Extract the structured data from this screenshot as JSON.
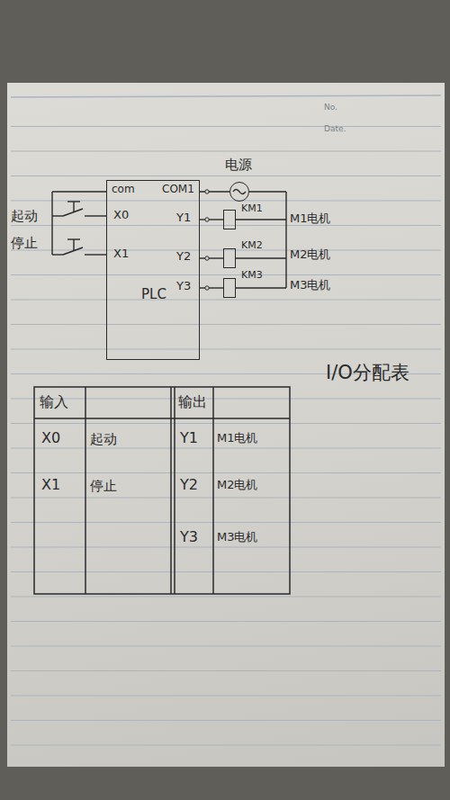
{
  "diagram": {
    "nodes": [
      {
        "text": [
          "PLC"
        ]
      },
      {
        "text": [
          "电源"
        ]
      },
      {
        "text": [
          "KM1"
        ]
      },
      {
        "text": [
          "KM2"
        ]
      },
      {
        "text": [
          "KM3"
        ]
      }
    ],
    "edges": [
      {
        "from": 0,
        "to": 1,
        "arrow": "none"
      },
      {
        "from": 0,
        "to": 2,
        "arrow": "none"
      },
      {
        "from": 0,
        "to": 3,
        "arrow": "none"
      },
      {
        "from": 0,
        "to": 4,
        "arrow": "none"
      }
    ],
    "labels": [
      "No.",
      "Date.",
      "起动",
      "停止",
      "com",
      "X0",
      "X1",
      "COM1",
      "Y1",
      "Y2",
      "Y3",
      "M1电机",
      "M2电机",
      "M3电机",
      "I/O分配表",
      "输入",
      "输出",
      "X0",
      "起动",
      "Y1",
      "M1电机",
      "X1",
      "停止",
      "Y2",
      "M2电机",
      "Y3",
      "M3电机"
    ]
  }
}
